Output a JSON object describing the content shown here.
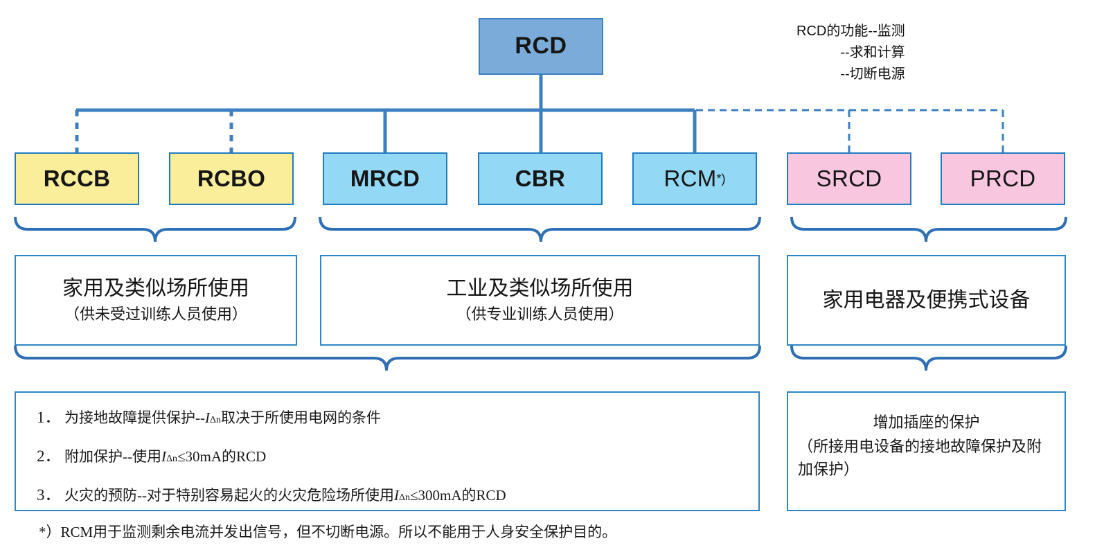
{
  "diagram": {
    "title_node": {
      "label": "RCD",
      "color": "#7BACD9"
    },
    "annotation": {
      "line1": "RCD的功能--监测",
      "line2": "--求和计算",
      "line3": "--切断电源"
    },
    "categories": [
      {
        "label": "RCCB",
        "color": "#FAEE9A",
        "weight": "bold",
        "link": "dashed"
      },
      {
        "label": "RCBO",
        "color": "#FAEE9A",
        "weight": "bold",
        "link": "dashed"
      },
      {
        "label": "MRCD",
        "color": "#93D8F5",
        "weight": "bold",
        "link": "solid"
      },
      {
        "label": "CBR",
        "color": "#93D8F5",
        "weight": "bold",
        "link": "solid"
      },
      {
        "label": "RCM",
        "sup": "*)",
        "color": "#93D8F5",
        "weight": "light",
        "link": "solid"
      },
      {
        "label": "SRCD",
        "color": "#F8C6DE",
        "weight": "light",
        "link": "dashed"
      },
      {
        "label": "PRCD",
        "color": "#F8C6DE",
        "weight": "light",
        "link": "dashed"
      }
    ],
    "usage_boxes": [
      {
        "title": "家用及类似场所使用",
        "subtitle": "（供未受过训练人员使用）"
      },
      {
        "title": "工业及类似场所使用",
        "subtitle": "（供专业训练人员使用）"
      },
      {
        "title": "家用电器及便携式设备",
        "subtitle": ""
      }
    ],
    "protection_list": {
      "items": [
        {
          "num": "1．",
          "pre": "为接地故障提供保护--",
          "symbol": "I",
          "sub": "Δn",
          "post": " 取决于所使用电网的条件"
        },
        {
          "num": "2．",
          "pre": "附加保护--使用 ",
          "symbol": "I",
          "sub": "Δn",
          "post": " ≤30mA的RCD"
        },
        {
          "num": "3．",
          "pre": " 火灾的预防--对于特别容易起火的火灾危险场所使用 ",
          "symbol": "I",
          "sub": "Δn",
          "post": " ≤300mA的RCD"
        }
      ]
    },
    "socket_box": {
      "title": "增加插座的保护",
      "subtitle": "（所接用电设备的接地故障保护及附加保护）"
    },
    "footnote": "*）RCM用于监测剩余电流并发出信号，但不切断电源。所以不能用于人身安全保护目的。",
    "colors": {
      "line": "#3D7FC1",
      "border": "#2E86C6",
      "brace": "#2E6FB5",
      "root_fill": "#7BACD9",
      "yellow_fill": "#FAEE9A",
      "blue_fill": "#93D8F5",
      "pink_fill": "#F8C6DE"
    }
  }
}
